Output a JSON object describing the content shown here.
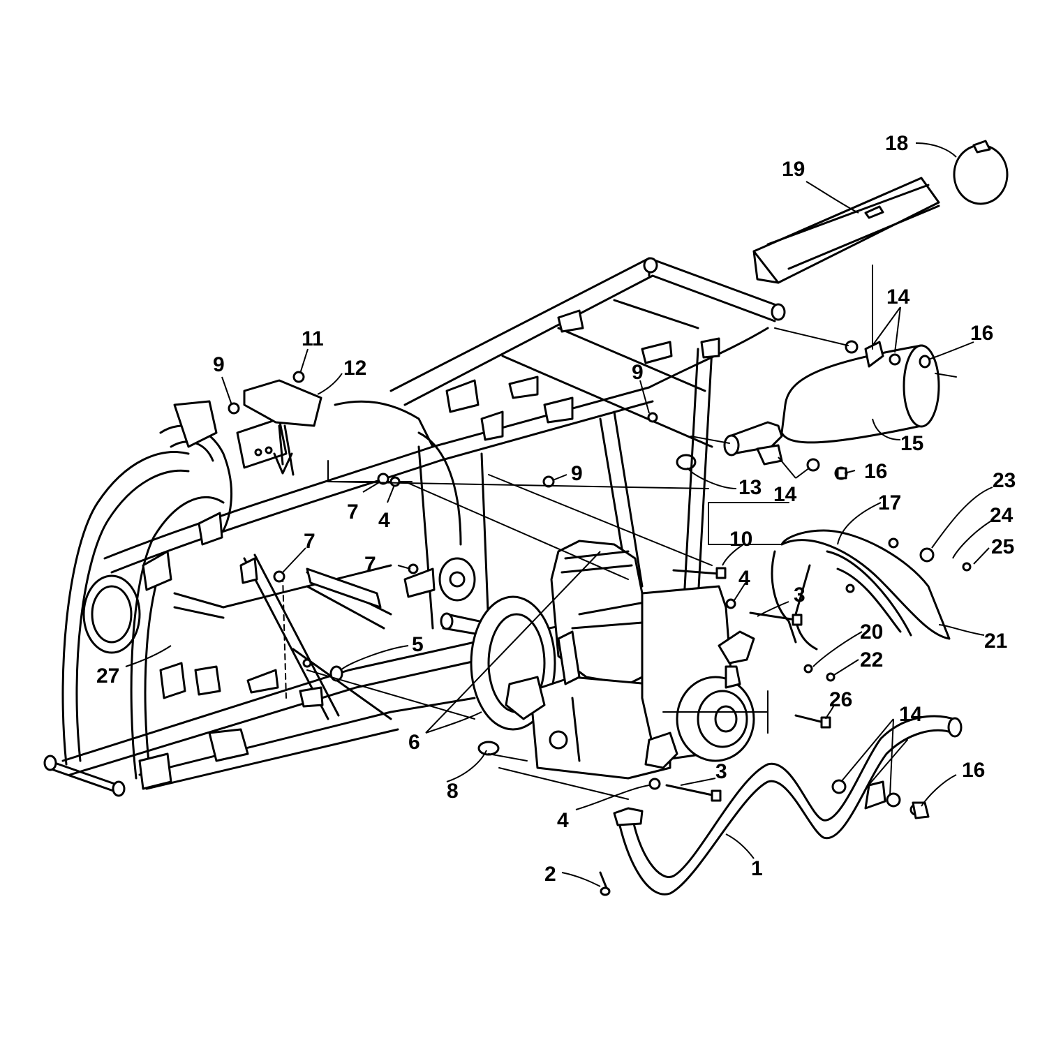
{
  "callouts": [
    {
      "label": "1"
    },
    {
      "label": "2"
    },
    {
      "label": "3"
    },
    {
      "label": "3"
    },
    {
      "label": "4"
    },
    {
      "label": "4"
    },
    {
      "label": "4"
    },
    {
      "label": "5"
    },
    {
      "label": "6"
    },
    {
      "label": "7"
    },
    {
      "label": "7"
    },
    {
      "label": "7"
    },
    {
      "label": "8"
    },
    {
      "label": "9"
    },
    {
      "label": "9"
    },
    {
      "label": "9"
    },
    {
      "label": "10"
    },
    {
      "label": "11"
    },
    {
      "label": "12"
    },
    {
      "label": "13"
    },
    {
      "label": "14"
    },
    {
      "label": "14"
    },
    {
      "label": "14"
    },
    {
      "label": "15"
    },
    {
      "label": "16"
    },
    {
      "label": "16"
    },
    {
      "label": "16"
    },
    {
      "label": "17"
    },
    {
      "label": "18"
    },
    {
      "label": "19"
    },
    {
      "label": "20"
    },
    {
      "label": "21"
    },
    {
      "label": "22"
    },
    {
      "label": "23"
    },
    {
      "label": "24"
    },
    {
      "label": "25"
    },
    {
      "label": "26"
    },
    {
      "label": "27"
    }
  ]
}
